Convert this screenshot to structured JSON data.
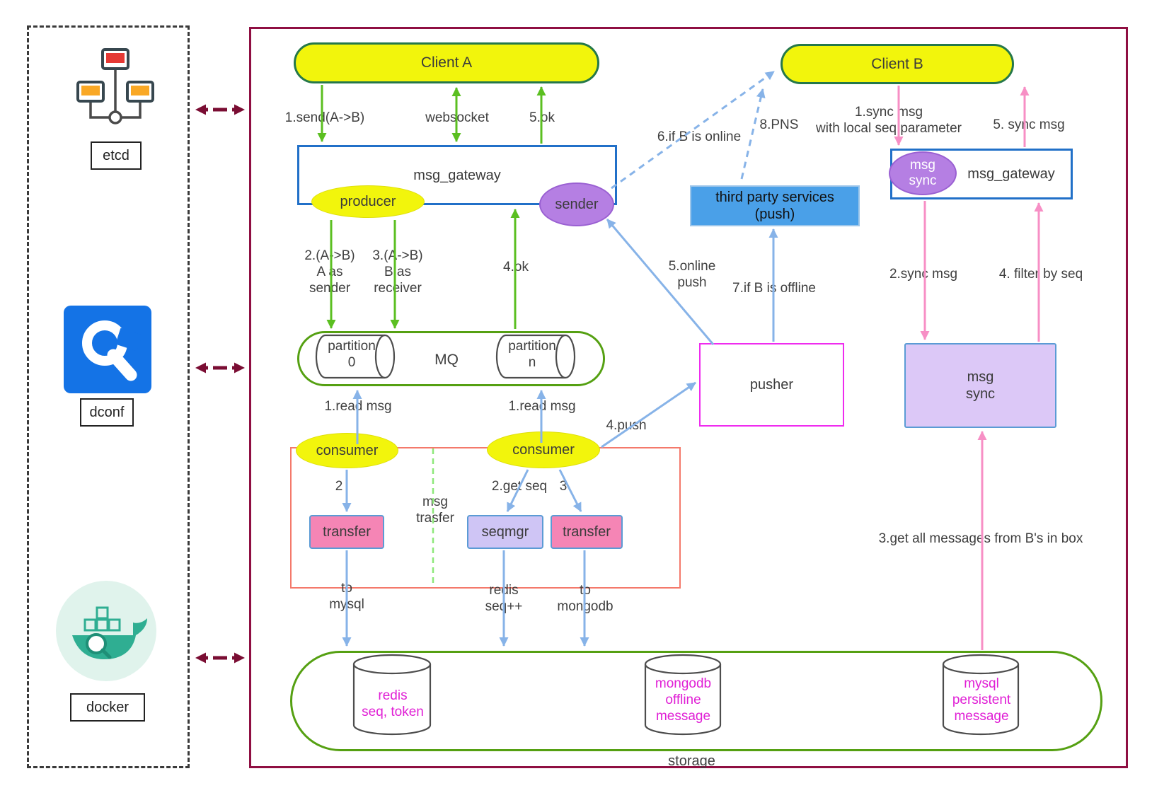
{
  "left_panel": {
    "etcd": "etcd",
    "dconf": "dconf",
    "docker": "docker",
    "icons": {
      "etcd_icon": "cluster-monitors",
      "dconf_icon": "wrench-config",
      "docker_icon": "docker-whale"
    }
  },
  "nodes": {
    "client_a": "Client A",
    "client_b": "Client B",
    "msg_gateway_left": "msg_gateway",
    "producer": "producer",
    "sender": "sender",
    "third_party_services": "third party services\n(push)",
    "msg_sync_badge": "msg\nsync",
    "msg_gateway_right": "msg_gateway",
    "partition_0": "partition\n0",
    "mq": "MQ",
    "partition_n": "partition\nn",
    "pusher": "pusher",
    "msg_sync_box": "msg\nsync",
    "consumer_1": "consumer",
    "consumer_2": "consumer",
    "msg_trasfer": "msg\ntrasfer",
    "transfer_1": "transfer",
    "seqmgr": "seqmgr",
    "transfer_2": "transfer",
    "redis_db": "redis\nseq, token",
    "mongodb_db": "mongodb\noffline\nmessage",
    "mysql_db": "mysql\npersistent\nmessage",
    "storage": "storage"
  },
  "edges": {
    "send_ab": "1.send(A->B)",
    "websocket": "websocket",
    "ok_5": "5.ok",
    "if_b_online": "6.if B is online",
    "pns": "8.PNS",
    "sync_msg_1": "1.sync msg\nwith local seq parameter",
    "sync_msg_5": "5. sync msg",
    "a_as_sender": "2.(A->B)\nA as\nsender",
    "b_as_receiver": "3.(A->B)\nB as\nreceiver",
    "ok_4": "4.ok",
    "online_push": "5.online\npush",
    "if_b_offline": "7.if B is offline",
    "sync_msg_2": "2.sync msg",
    "filter_by_seq": "4. filter by seq",
    "read_msg_left": "1.read msg",
    "read_msg_right": "1.read msg",
    "step_2": "2",
    "get_seq": "2.get seq",
    "step_3": "3",
    "push_4": "4.push",
    "to_mysql": "to\nmysql",
    "redis_seq_inc": "redis\nseq++",
    "to_mongodb": "to\nmongodb",
    "get_all_messages": "3.get all messages from B's in box"
  },
  "colors": {
    "node_yellow": "#f2f50c",
    "node_purple": "#b57fe3",
    "blue_fill": "#4aa0e8",
    "pink_fill": "#f585b5",
    "lavender_fill": "#cfc5f5",
    "light_purple_fill": "#dcc8f7",
    "green_border": "#55a012",
    "blue_border": "#2170c8",
    "small_box_border": "#5b9bd5",
    "magenta_border": "#ef2cef",
    "red_border": "#f4796b",
    "maroon_border": "#8f0f42",
    "arrow_green": "#5bbf21",
    "arrow_blue": "#87b3e8",
    "arrow_pink": "#f78fc5",
    "arrow_maroon": "#7a0d33",
    "db_text": "#e01fd5"
  }
}
